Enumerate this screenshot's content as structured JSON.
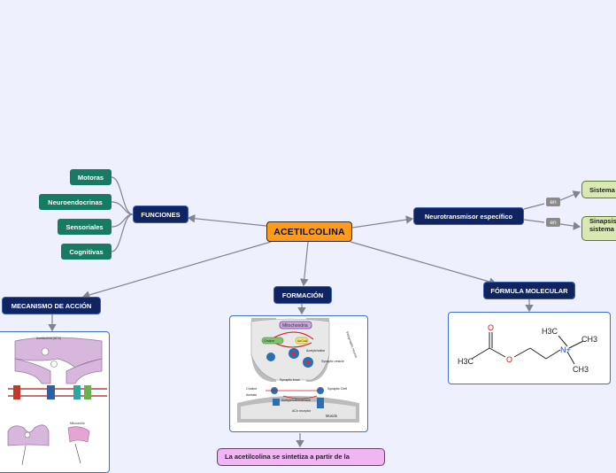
{
  "central": {
    "label": "ACETILCOLINA"
  },
  "main_topics": {
    "funciones": "FUNCIONES",
    "neurotransmisor": "Neurotransmisor específico",
    "mecanismo": "MECANISMO DE ACCIÓN",
    "formacion": "FORMACIÓN",
    "formula": "FÓRMULA MOLECULAR"
  },
  "funciones_items": [
    "Motoras",
    "Neuroendocrinas",
    "Sensoriales",
    "Cognitivas"
  ],
  "link_labels": [
    "en",
    "en"
  ],
  "neuro_items": [
    {
      "line1": "Sistema",
      "line2": ""
    },
    {
      "line1": "Sinapsis",
      "line2": "sistema"
    }
  ],
  "formacion_note": "La acetilcolina se sintetiza a partir de la",
  "synapse_labels": {
    "mitochondria": "Mitochondria",
    "presynaptic": "Presynaptic neuron",
    "acetylcoa": "AcCoA",
    "choline_top": "Choline",
    "acetylcholine": "Acetylcholine",
    "synaptic_vesicle": "Synaptic vesicle",
    "synaptic_knob": "Synaptic knob",
    "synaptic_cleft": "Synaptic Cleft",
    "choline": "Choline",
    "acetate": "Acetate",
    "ache": "Acetylcholinesterase",
    "ach_receptor": "ACh receptor",
    "muscle": "Muscle"
  },
  "formula_labels": {
    "o_double": "O",
    "o_ester": "O",
    "h3c_left": "H3C",
    "h3c_top": "H3C",
    "n_plus": "N+",
    "ch3_right": "CH3",
    "ch3_bottom": "CH3"
  },
  "mecanismo_labels": {
    "top": "Acetilcolina (ACh)",
    "mid": "Mitocondria"
  },
  "colors": {
    "background": "#eef0fd",
    "central": "#ff9a1a",
    "main_topic": "#0f2461",
    "subtopic": "#177a62",
    "leaf": "#d8e9b3",
    "note": "#f0b6f4",
    "connector": "#7f8491"
  }
}
